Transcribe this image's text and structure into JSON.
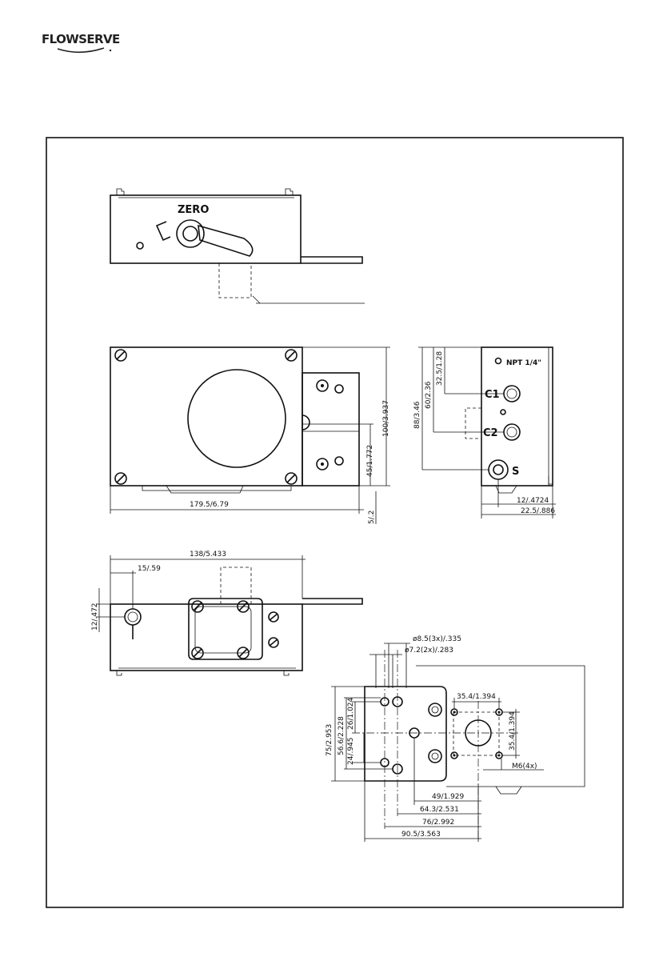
{
  "header": {
    "brand": "FLOWSERVE"
  },
  "drawing": {
    "labels": {
      "zero": "ZERO",
      "npt": "NPT 1/4\"",
      "c1": "C1",
      "c2": "C2",
      "s": "S"
    },
    "dimensions": {
      "width_main": "179.5/6.79",
      "height_main": "100/3.937",
      "half_height": "45/1.772",
      "offset_bottom": "5/.2",
      "side_88": "88/3.46",
      "side_60": "60/2.36",
      "side_32": "32.5/1.28",
      "side_12": "12/.4724",
      "side_22": "22.5/.886",
      "bottom_138": "138/5.433",
      "bottom_15": "15/.59",
      "bottom_12": "12/.472",
      "hole_85": "ø8.5(3x)/.335",
      "hole_72": "ø7.2(2x)/.283",
      "pattern_h": "35.4/1.394",
      "pattern_v": "35.4/1.394",
      "thread": "M6(4x)",
      "v_75": "75/2.953",
      "v_56": "56.6/2.228",
      "v_26": "26/1.024",
      "v_24": "24/.945",
      "h_49": "49/1.929",
      "h_64": "64.3/2.531",
      "h_76": "76/2.992",
      "h_90": "90.5/3.563"
    }
  }
}
